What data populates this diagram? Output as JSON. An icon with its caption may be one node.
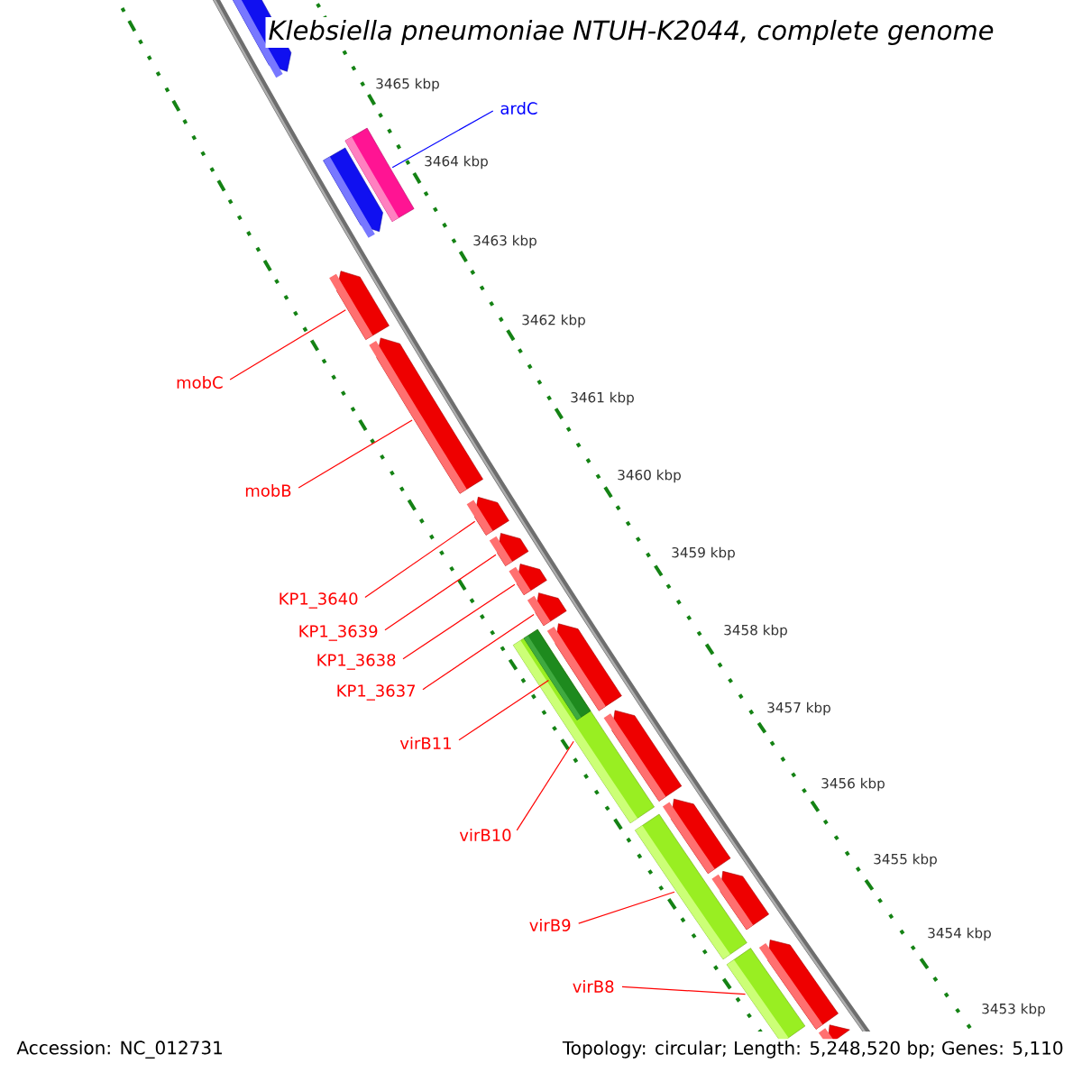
{
  "diagram": {
    "title": "Klebsiella pneumoniae NTUH-K2044, complete genome",
    "nodes": [
      {
        "text": [],
        "shape": "bar"
      },
      {
        "text": [
          "ardC"
        ]
      },
      {
        "text": [],
        "shape": "bar"
      },
      {
        "text": [],
        "shape": "bar"
      },
      {
        "text": [
          "mobC"
        ]
      },
      {
        "text": [],
        "shape": "bar"
      },
      {
        "text": [
          "mobB"
        ]
      },
      {
        "text": [],
        "shape": "bar"
      },
      {
        "text": [
          "KP1_3640"
        ]
      },
      {
        "text": [],
        "shape": "bar"
      },
      {
        "text": [
          "KP1_3639"
        ]
      },
      {
        "text": [],
        "shape": "bar"
      },
      {
        "text": [
          "KP1_3638"
        ]
      },
      {
        "text": [],
        "shape": "bar"
      },
      {
        "text": [
          "KP1_3637"
        ]
      },
      {
        "text": [],
        "shape": "bar"
      },
      {
        "text": [],
        "shape": "bar"
      },
      {
        "text": [
          "virB11"
        ]
      },
      {
        "text": [],
        "shape": "bar"
      },
      {
        "text": [],
        "shape": "bar",
        "in": 18
      },
      {
        "text": [
          "virB10"
        ]
      },
      {
        "text": [],
        "shape": "bar"
      },
      {
        "text": [],
        "shape": "bar"
      },
      {
        "text": [
          "virB9"
        ]
      },
      {
        "text": [],
        "shape": "bar"
      },
      {
        "text": [],
        "shape": "bar"
      },
      {
        "text": [
          "virB8"
        ]
      },
      {
        "text": [],
        "shape": "bar"
      },
      {
        "text": [],
        "shape": "bar"
      },
      {
        "text": [],
        "shape": "bar"
      }
    ],
    "edges": [
      {
        "from": 1,
        "to": 3,
        "arrow": "none",
        "color": "#0000ff"
      },
      {
        "from": 4,
        "to": 5,
        "arrow": "none"
      },
      {
        "from": 6,
        "to": 7,
        "arrow": "none"
      },
      {
        "from": 8,
        "to": 9,
        "arrow": "none"
      },
      {
        "from": 10,
        "to": 11,
        "arrow": "none"
      },
      {
        "from": 12,
        "to": 13,
        "arrow": "none"
      },
      {
        "from": 14,
        "to": 15,
        "arrow": "none"
      },
      {
        "from": 17,
        "to": 19,
        "arrow": "none"
      },
      {
        "from": 20,
        "to": 18,
        "arrow": "none"
      },
      {
        "from": 23,
        "to": 24,
        "arrow": "none"
      },
      {
        "from": 26,
        "to": 28,
        "arrow": "none"
      }
    ],
    "labels": [
      "3465 kbp",
      "3464 kbp",
      "3463 kbp",
      "3462 kbp",
      "3461 kbp",
      "3460 kbp",
      "3459 kbp",
      "3458 kbp",
      "3457 kbp",
      "3456 kbp",
      "3455 kbp",
      "3454 kbp",
      "3453 kbp",
      "Accession: NC_012731",
      "Topology: circular; Length: 5,248,520 bp; Genes: 5,110"
    ]
  }
}
